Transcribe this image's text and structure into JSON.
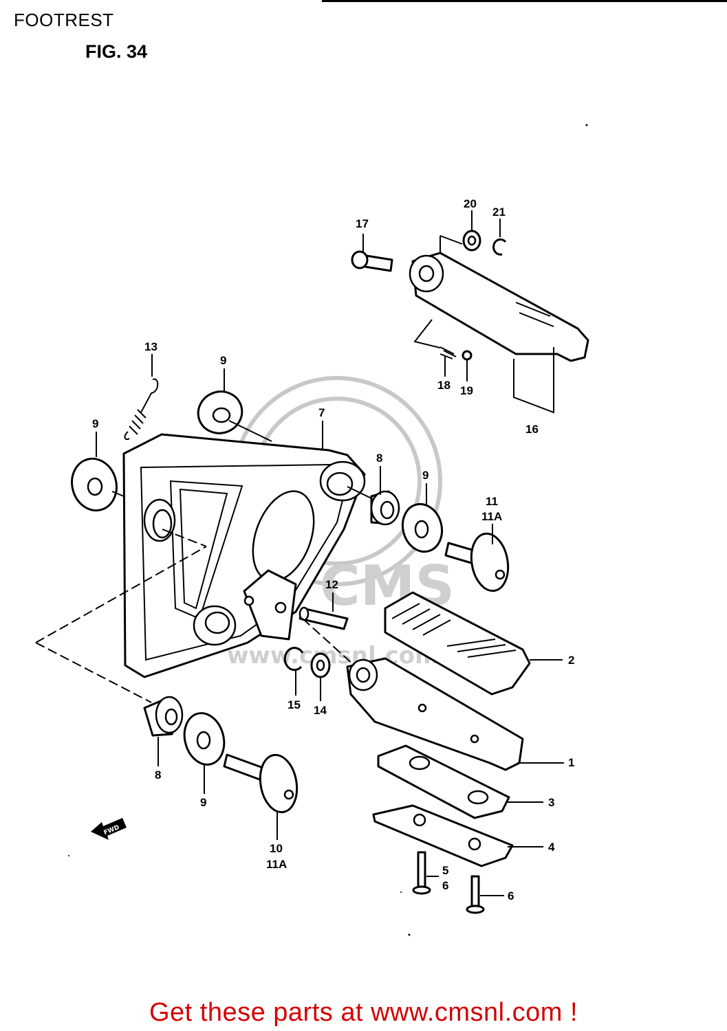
{
  "header": {
    "title": "FOOTREST",
    "figure": "FIG. 34"
  },
  "watermark": {
    "text": "CMS",
    "url_text": "www.cmsnl.com"
  },
  "callouts": {
    "c1": "1",
    "c2": "2",
    "c3": "3",
    "c4": "4",
    "c5": "5",
    "c6a": "6",
    "c6b": "6",
    "c7": "7",
    "c8a": "8",
    "c8b": "8",
    "c9a": "9",
    "c9b": "9",
    "c9c": "9",
    "c9d": "9",
    "c10": "10",
    "c11": "11",
    "c11a_top": "11A",
    "c11a_bottom": "11A",
    "c12": "12",
    "c13": "13",
    "c14": "14",
    "c15": "15",
    "c16": "16",
    "c17": "17",
    "c18": "18",
    "c19": "19",
    "c20": "20",
    "c21": "21"
  },
  "fwd_arrow": {
    "text": "FWD"
  },
  "footer": {
    "link_text": "Get these parts at www.cmsnl.com !",
    "color": "#d40000"
  }
}
